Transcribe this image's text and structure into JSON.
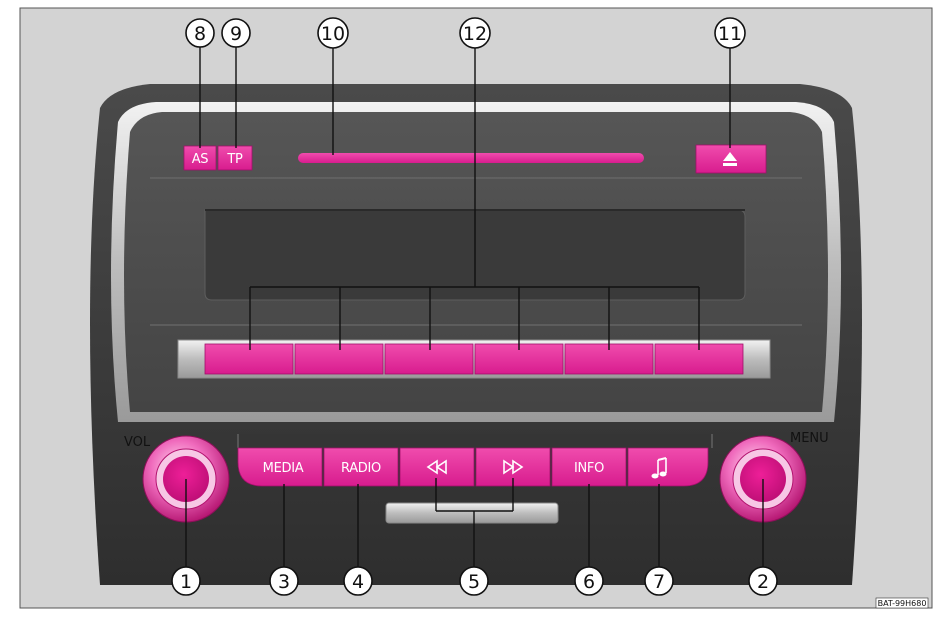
{
  "colors": {
    "background": "#d3d3d3",
    "bezel": "#3c3c3c",
    "button": "#e8289c",
    "button_dark": "#c01880",
    "callout_stroke": "#111111"
  },
  "top_buttons": {
    "as_label": "AS",
    "tp_label": "TP",
    "eject_icon": "eject-icon"
  },
  "knobs": {
    "vol_label": "VOL",
    "menu_label": "MENU"
  },
  "bottom_buttons": {
    "media_label": "MEDIA",
    "radio_label": "RADIO",
    "rewind_icon": "rewind-icon",
    "forward_icon": "fast-forward-icon",
    "info_label": "INFO",
    "sound_icon": "music-note-icon"
  },
  "callouts": {
    "c1": "1",
    "c2": "2",
    "c3": "3",
    "c4": "4",
    "c5": "5",
    "c6": "6",
    "c7": "7",
    "c8": "8",
    "c9": "9",
    "c10": "10",
    "c11": "11",
    "c12": "12"
  },
  "image_code": "BAT-99H680"
}
